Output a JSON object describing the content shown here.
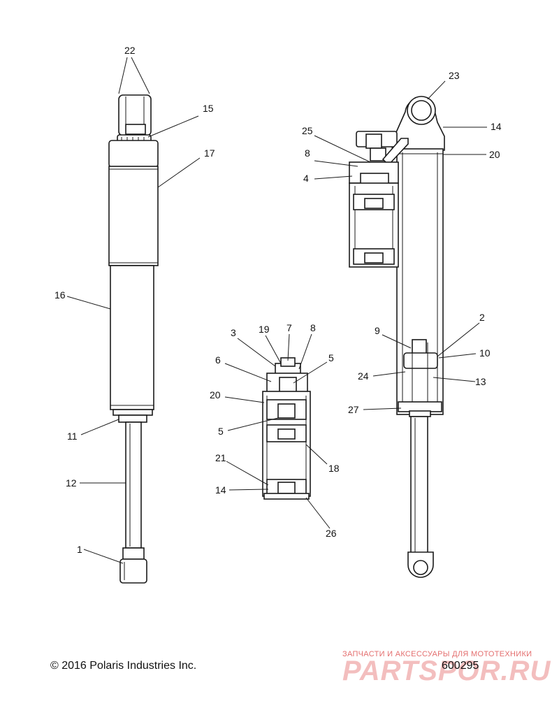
{
  "diagram": {
    "callouts": {
      "c22": "22",
      "c15": "15",
      "c17": "17",
      "c16": "16",
      "c11": "11",
      "c12": "12",
      "c1": "1",
      "c23": "23",
      "c14a": "14",
      "c25": "25",
      "c20a": "20",
      "c8a": "8",
      "c4": "4",
      "c9": "9",
      "c2": "2",
      "c10": "10",
      "c24": "24",
      "c13": "13",
      "c27": "27",
      "c3": "3",
      "c19": "19",
      "c7": "7",
      "c8b": "8",
      "c6": "6",
      "c5a": "5",
      "c20b": "20",
      "c5b": "5",
      "c18": "18",
      "c21": "21",
      "c14b": "14",
      "c26": "26"
    }
  },
  "footer": {
    "copyright": "© 2016 Polaris Industries Inc.",
    "part_number": "600295"
  },
  "watermark": {
    "tagline": "ЗАПЧАСТИ И АКСЕССУАРЫ ДЛЯ МОТОТЕХНИКИ",
    "logo": "PARTSPOR.RU"
  }
}
